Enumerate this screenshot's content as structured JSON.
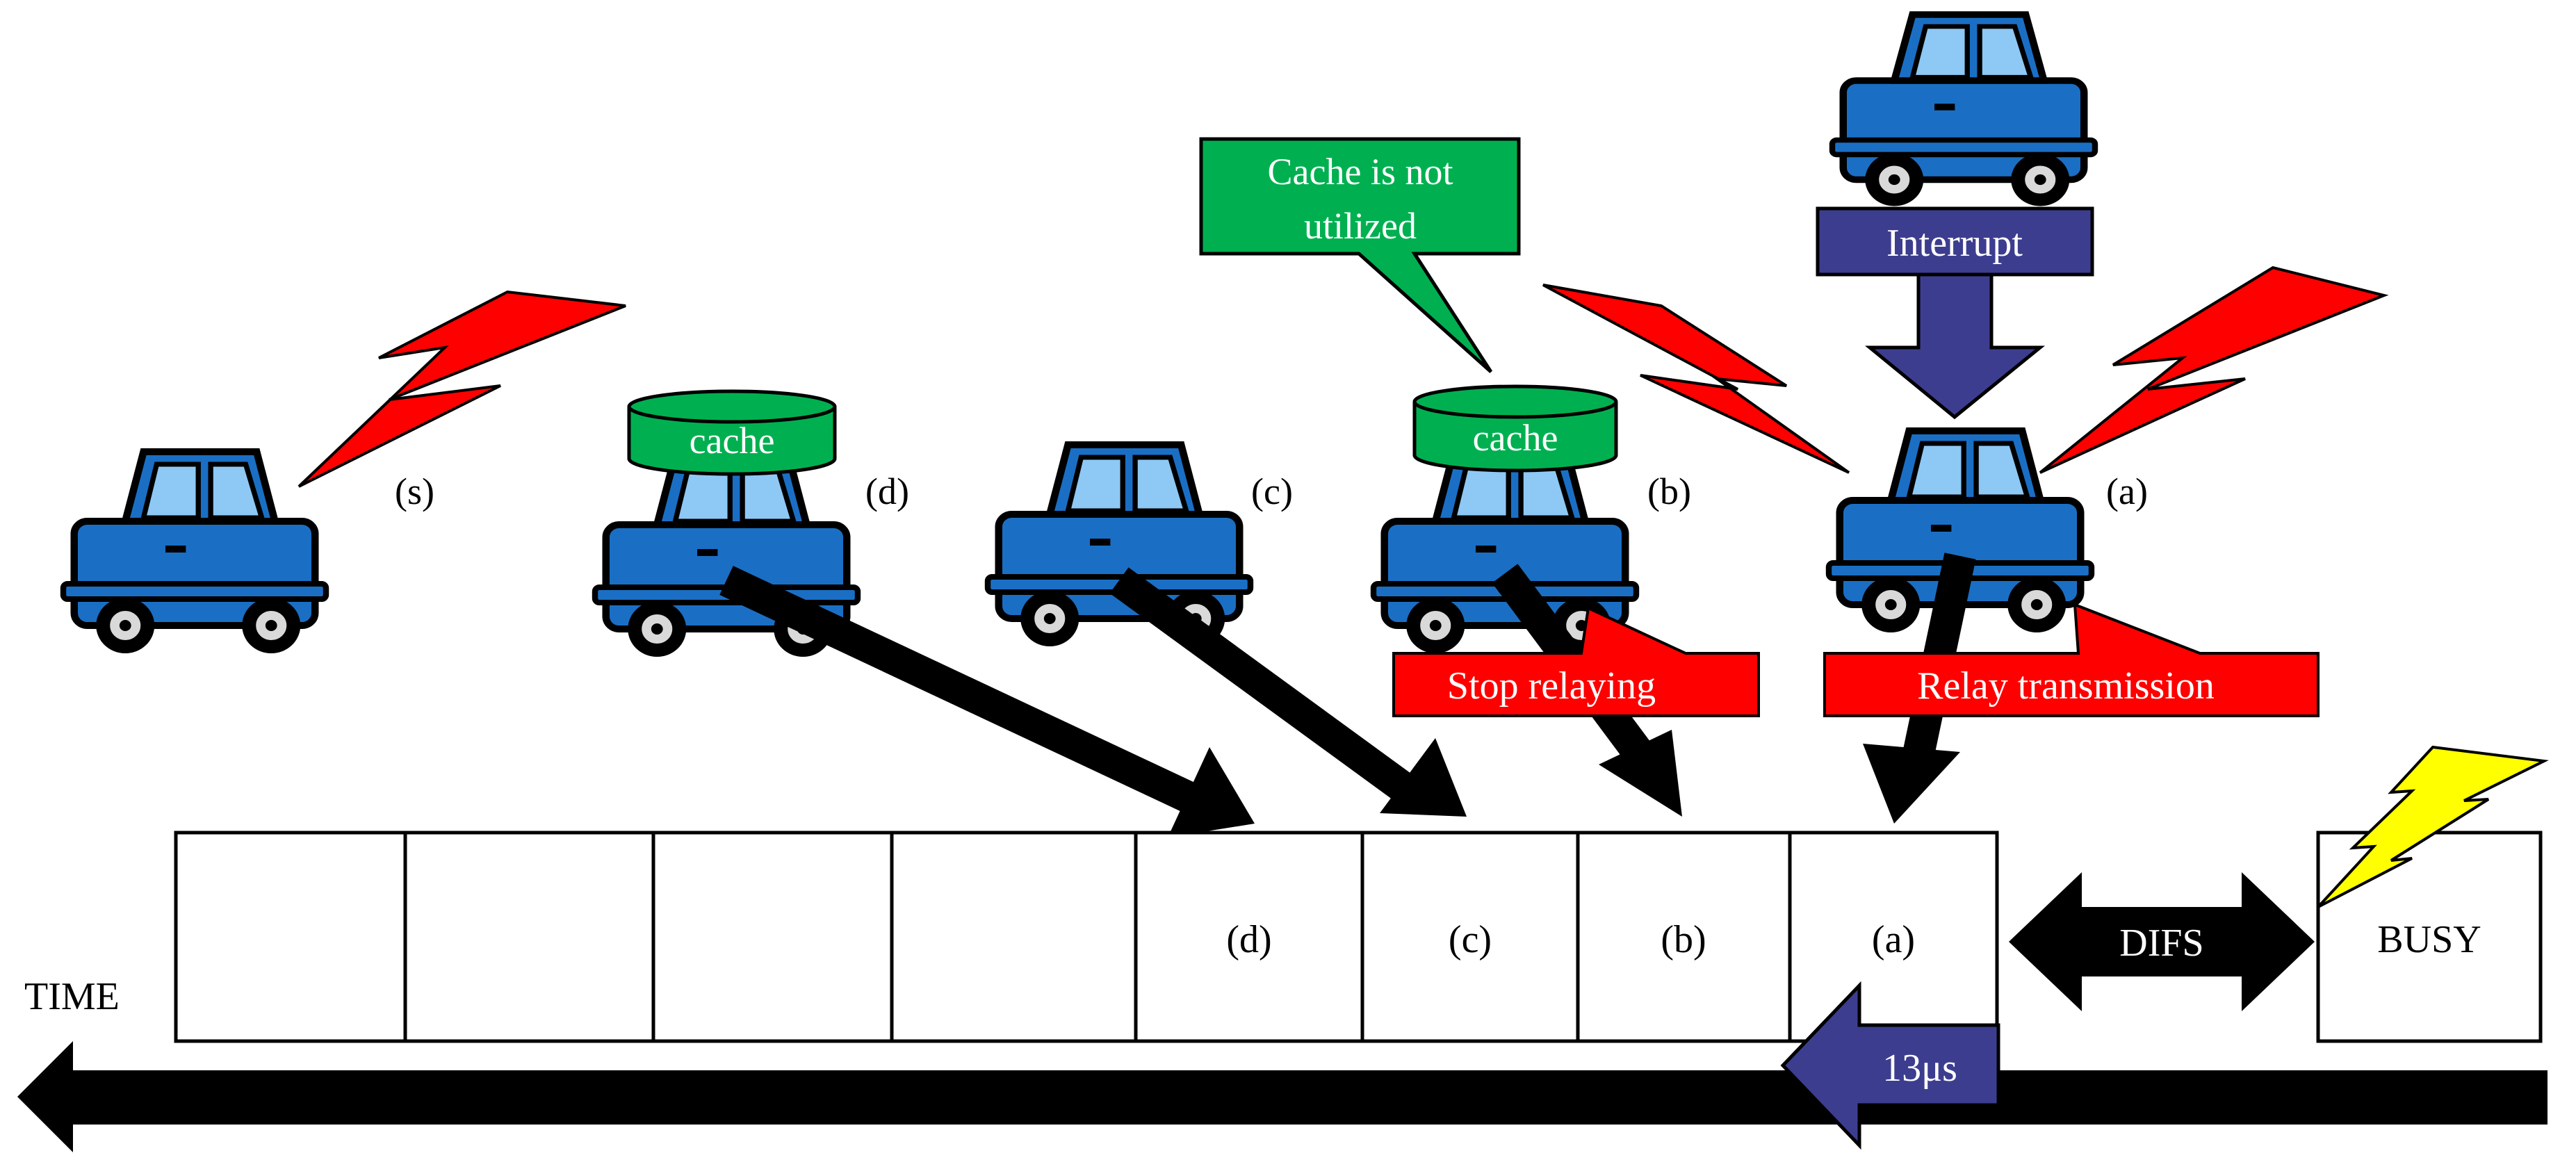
{
  "colors": {
    "car_body": "#1a6fc4",
    "car_window": "#8ec8f5",
    "signal_red": "#ff0000",
    "signal_yellow": "#ffff00",
    "cache_green": "#00b050",
    "callout_green": "#00b050",
    "interrupt_purple": "#3d3d8f",
    "black": "#000000"
  },
  "vehicles": [
    {
      "id": "s",
      "label": "(s)",
      "has_cache": false
    },
    {
      "id": "d",
      "label": "(d)",
      "has_cache": true
    },
    {
      "id": "c",
      "label": "(c)",
      "has_cache": false
    },
    {
      "id": "b",
      "label": "(b)",
      "has_cache": true
    },
    {
      "id": "a",
      "label": "(a)",
      "has_cache": false
    },
    {
      "id": "interrupter",
      "label": "",
      "has_cache": false
    }
  ],
  "cache_label": "cache",
  "callout": {
    "line1": "Cache is not",
    "line2": "utilized"
  },
  "interrupt_label": "Interrupt",
  "stop_relaying_label": "Stop relaying",
  "relay_transmission_label": "Relay transmission",
  "timeline": {
    "slots": [
      "",
      "",
      "",
      "",
      "(d)",
      "(c)",
      "(b)",
      "(a)"
    ],
    "difs_label": "DIFS",
    "busy_label": "BUSY",
    "time_label": "TIME",
    "slot_time_label": "13μs"
  }
}
